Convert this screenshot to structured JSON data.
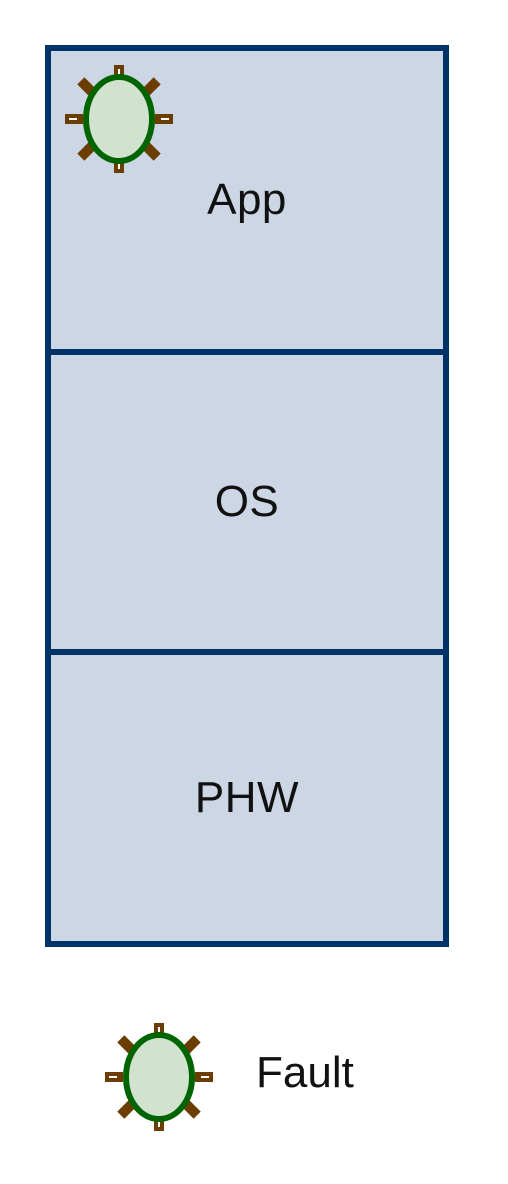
{
  "colors": {
    "border": "#003366",
    "layer_fill": "#cdd6e4",
    "fault_ring": "#006400",
    "fault_body": "#d1e2cf",
    "fault_spikes": "#6b3d00"
  },
  "layers": [
    {
      "label": "App"
    },
    {
      "label": "OS"
    },
    {
      "label": "PHW"
    }
  ],
  "legend": {
    "label": "Fault",
    "icon": "fault-icon"
  }
}
